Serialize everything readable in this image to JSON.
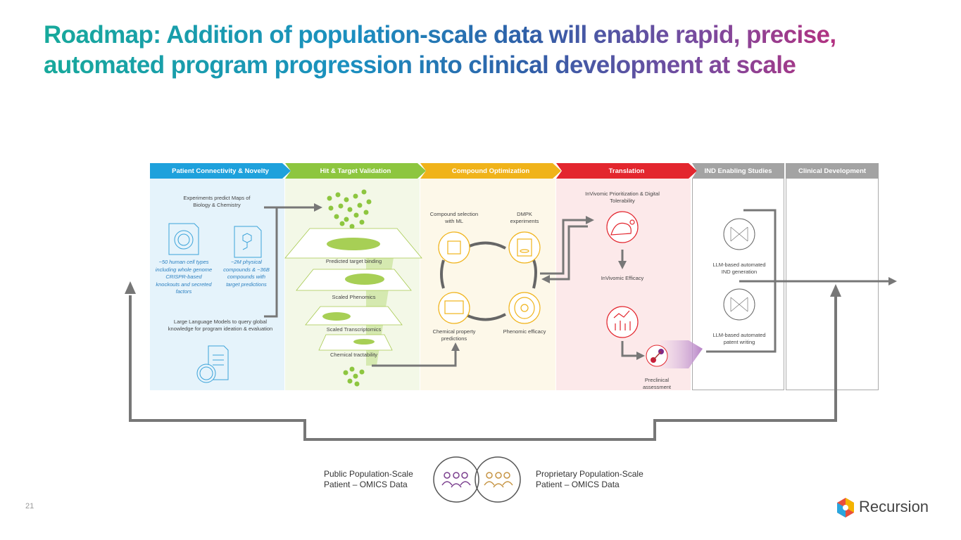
{
  "title": "Roadmap: Addition of population-scale data will enable rapid, precise, automated program progression into clinical development at scale",
  "stages": [
    {
      "label": "Patient Connectivity & Novelty",
      "color": "#1ea1dc",
      "bg": "#e5f3fb"
    },
    {
      "label": "Hit & Target Validation",
      "color": "#8dc63f",
      "bg": "#f3f8e7"
    },
    {
      "label": "Compound Optimization",
      "color": "#f0b31a",
      "bg": "#fdf8e9"
    },
    {
      "label": "Translation",
      "color": "#e3262e",
      "bg": "#fce9ea"
    },
    {
      "label": "IND Enabling Studies",
      "color": "#a3a3a3",
      "bg": "#ffffff"
    },
    {
      "label": "Clinical Development",
      "color": "#a3a3a3",
      "bg": "#ffffff"
    }
  ],
  "patient": {
    "maps": "Experiments predict Maps of Biology & Chemistry",
    "cells": "~50 human cell types including whole genome CRISPR-based knockouts and secreted factors",
    "compounds": "~2M physical compounds & ~36B compounds with target predictions",
    "llm": "Large Language Models to query global knowledge for program ideation & evaluation"
  },
  "hit": {
    "layers": [
      "Predicted target binding",
      "Scaled Phenomics",
      "Scaled Transcriptomics",
      "Chemical tractability"
    ]
  },
  "compound": {
    "selection": "Compound selection with ML",
    "dmpk": "DMPK experiments",
    "chem": "Chemical property predictions",
    "phenomic": "Phenomic efficacy"
  },
  "translation": {
    "prioritization": "InVivomic Prioritization & Digital Tolerability",
    "efficacy": "InVivomic Efficacy",
    "preclinical": "Preclinical assessment"
  },
  "ind": {
    "ind_gen": "LLM-based automated IND generation",
    "patent": "LLM-based automated patent writing"
  },
  "bottom": {
    "public": "Public Population-Scale Patient – OMICS Data",
    "proprietary": "Proprietary Population-Scale Patient – OMICS Data"
  },
  "page_number": "21",
  "brand": "Recursion"
}
